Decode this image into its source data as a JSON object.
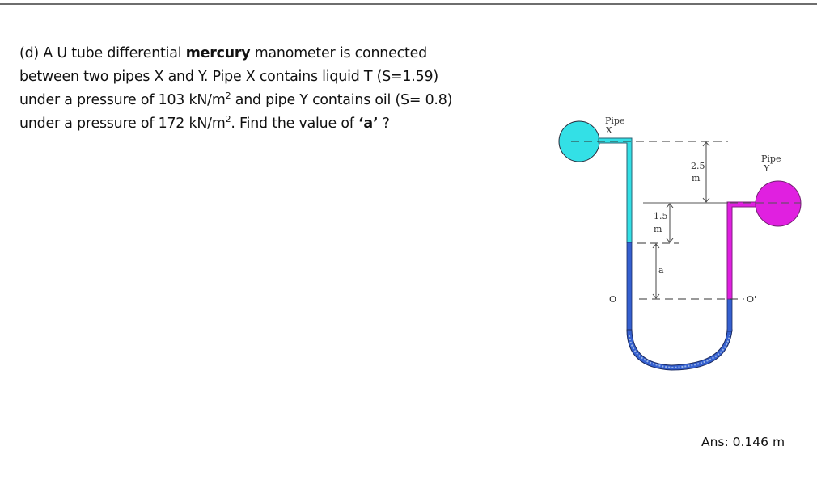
{
  "question": {
    "prefix": "(d) A U tube differential ",
    "bold_word": "mercury",
    "line1_suffix": " manometer is connected",
    "line2": " between two pipes X and Y. Pipe X contains liquid T (S=1.59)",
    "line3_a": "under a pressure of 103 kN/m",
    "line3_sup": "2",
    "line3_b": " and pipe Y contains oil (S= 0.8)",
    "line4_a": "under a pressure of 172 kN/m",
    "line4_sup": "2",
    "line4_b": ". Find the value of ",
    "line4_bold": "‘a’",
    "line4_c": " ?"
  },
  "answer": "Ans: 0.146 m",
  "diagram": {
    "pipe_x_label_1": "Pipe",
    "pipe_x_label_2": "X",
    "pipe_y_label_1": "Pipe",
    "pipe_y_label_2": "Y",
    "dim_2_5_value": "2.5",
    "dim_2_5_unit": "m",
    "dim_1_5_value": "1.5",
    "dim_1_5_unit": "m",
    "dim_a": "a",
    "datum_left": "O",
    "datum_right": "O'",
    "colors": {
      "pipe_x": "#33e0e6",
      "pipe_y": "#e020e0",
      "mercury": "#3560d0",
      "outline": "#1a1a2e"
    }
  }
}
